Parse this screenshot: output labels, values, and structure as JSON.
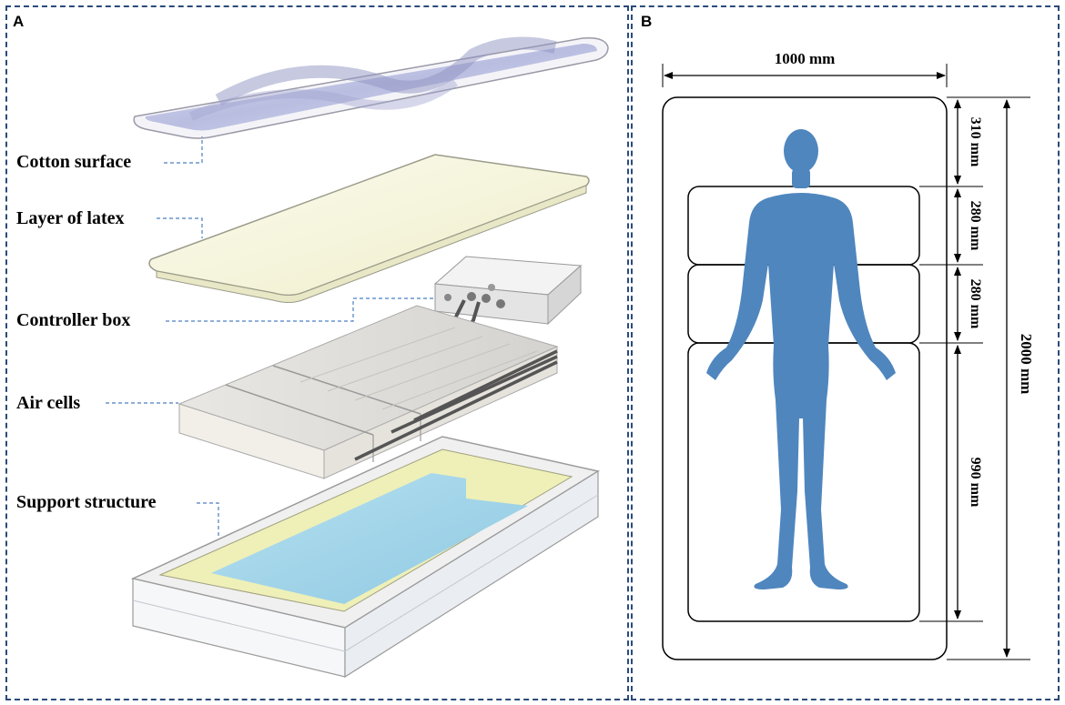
{
  "panels": {
    "a": {
      "letter": "A"
    },
    "b": {
      "letter": "B"
    }
  },
  "layers": [
    {
      "id": "cotton",
      "label": "Cotton surface"
    },
    {
      "id": "latex",
      "label": "Layer of latex"
    },
    {
      "id": "controller",
      "label": "Controller box"
    },
    {
      "id": "aircells",
      "label": "Air cells"
    },
    {
      "id": "support",
      "label": "Support structure"
    }
  ],
  "dimensions": {
    "width": "1000 mm",
    "total_length": "2000 mm",
    "sections": [
      "310 mm",
      "280 mm",
      "280 mm",
      "990 mm"
    ]
  },
  "colors": {
    "frame": "#2b4a7a",
    "leader": "#4a7fc0",
    "body": "#4f86be",
    "latex": "#f4f3d9",
    "support_foam": "#a8d6ea",
    "support_rim": "#eef0b8"
  }
}
